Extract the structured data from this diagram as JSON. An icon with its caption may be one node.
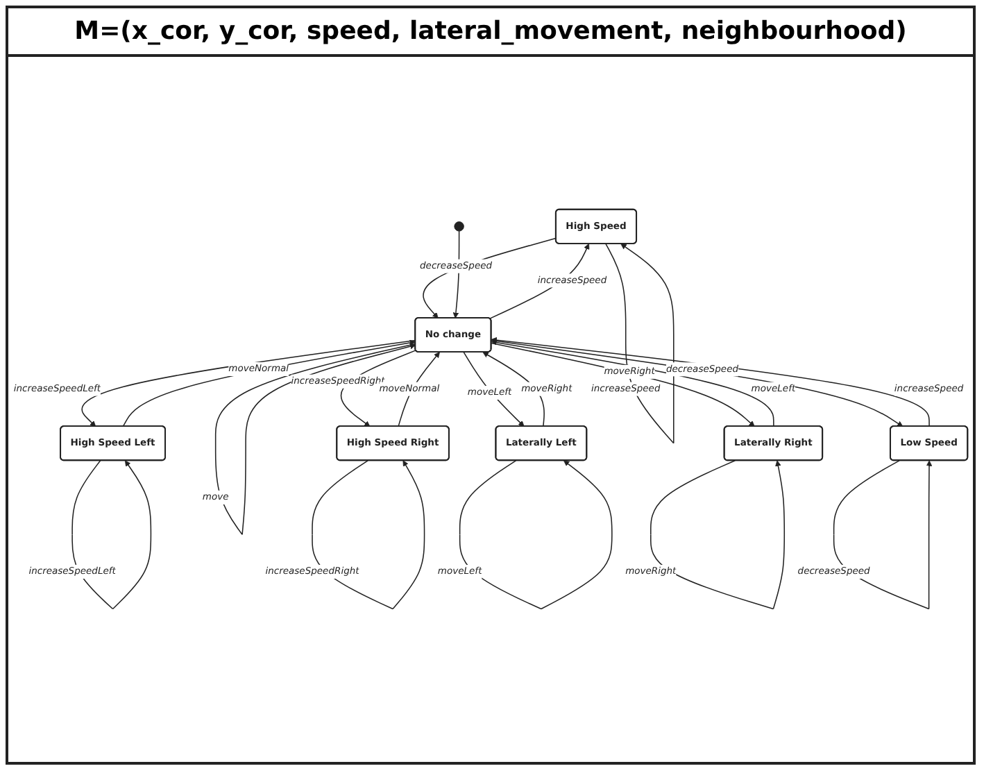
{
  "diagram": {
    "title": "M=(x_cor, y_cor, speed, lateral_movement, neighbourhood)",
    "nodes": [
      {
        "text": [
          "High Speed"
        ]
      },
      {
        "text": [
          "High Speed Left"
        ]
      },
      {
        "text": [
          "High Speed Right"
        ]
      },
      {
        "text": [],
        "shape": "circle"
      },
      {
        "text": [
          "No change"
        ]
      },
      {
        "text": [
          "Laterally Left"
        ]
      },
      {
        "text": [
          "Laterally Right"
        ]
      },
      {
        "text": [
          "Low Speed"
        ]
      }
    ],
    "edges": [
      {
        "from": 1,
        "to": 1,
        "arrow": "to",
        "label": "increaseSpeedLeft"
      },
      {
        "from": 0,
        "to": 0,
        "arrow": "to",
        "label": "increaseSpeed"
      },
      {
        "from": 2,
        "to": 2,
        "arrow": "to",
        "label": "increaseSpeedRight"
      },
      {
        "from": 4,
        "to": 0,
        "arrow": "to",
        "label": "increaseSpeed"
      },
      {
        "from": 0,
        "to": 4,
        "arrow": "to",
        "label": "decreaseSpeed"
      },
      {
        "from": 4,
        "to": 1,
        "arrow": "to",
        "label": "increaseSpeedLeft"
      },
      {
        "from": 4,
        "to": 2,
        "arrow": "to",
        "label": "increaseSpeedRight"
      },
      {
        "from": 1,
        "to": 4,
        "arrow": "to",
        "label": "moveNormal"
      },
      {
        "from": 2,
        "to": 4,
        "arrow": "to",
        "label": "moveNormal"
      },
      {
        "from": 3,
        "to": 4,
        "arrow": "to"
      },
      {
        "from": 5,
        "to": 4,
        "arrow": "to",
        "label": "moveRight"
      },
      {
        "from": 6,
        "to": 4,
        "arrow": "to",
        "label": "moveLeft"
      },
      {
        "from": 4,
        "to": 4,
        "arrow": "to",
        "label": "move"
      },
      {
        "from": 4,
        "to": 5,
        "arrow": "to",
        "label": "moveLeft"
      },
      {
        "from": 4,
        "to": 6,
        "arrow": "to",
        "label": "moveRight"
      },
      {
        "from": 7,
        "to": 4,
        "arrow": "to",
        "label": "increaseSpeed"
      },
      {
        "from": 4,
        "to": 7,
        "arrow": "to",
        "label": "decreaseSpeed"
      },
      {
        "from": 5,
        "to": 5,
        "arrow": "to",
        "label": "moveLeft"
      },
      {
        "from": 7,
        "to": 7,
        "arrow": "to",
        "label": "decreaseSpeed"
      },
      {
        "from": 6,
        "to": 6,
        "arrow": "to",
        "label": "moveRight"
      }
    ]
  }
}
